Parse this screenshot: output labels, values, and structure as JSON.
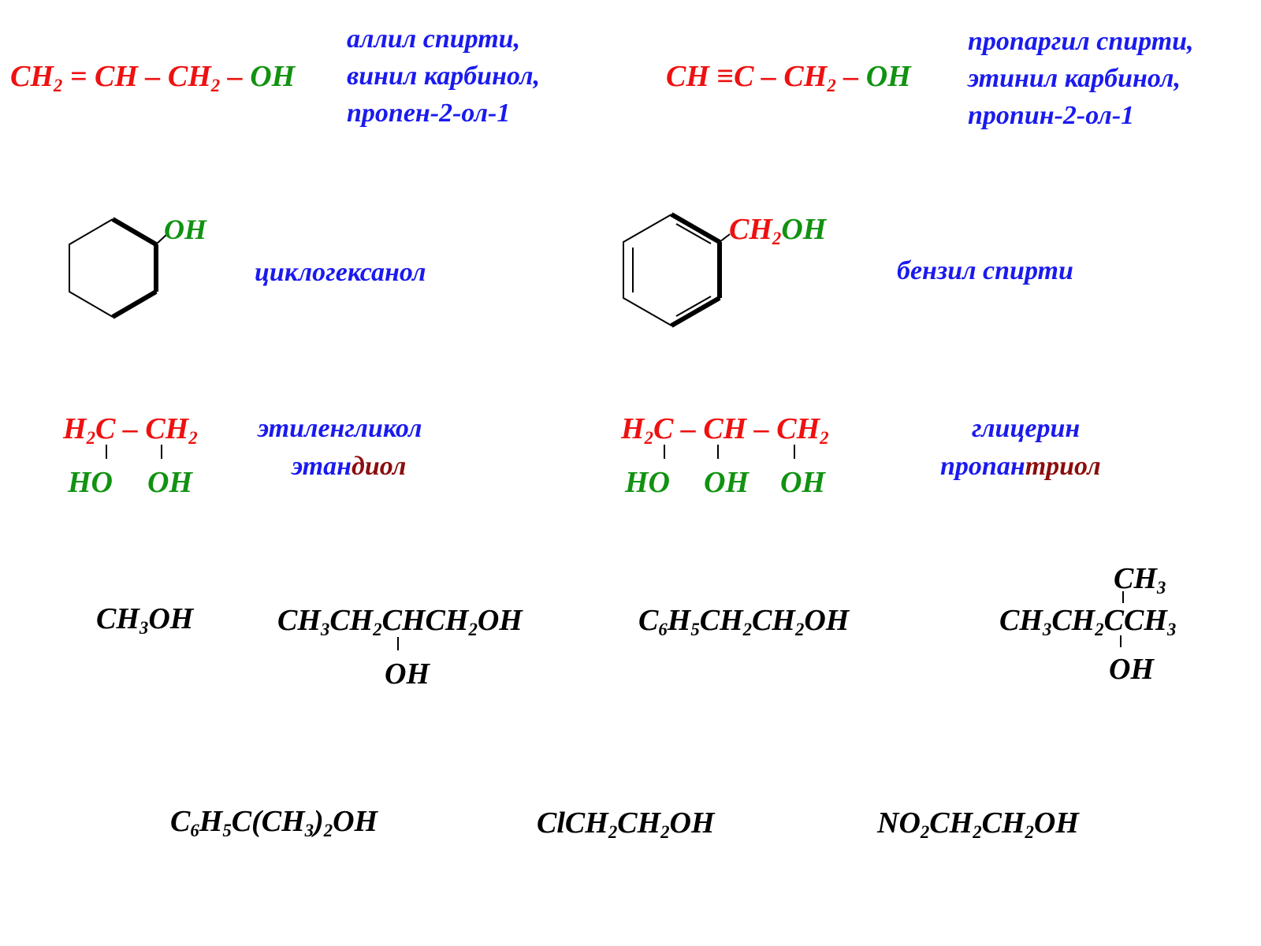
{
  "allyl": {
    "formula": {
      "ch2": "CH",
      "s2": "2",
      "eq": " = ",
      "ch": "CH",
      "d1": " – ",
      "ch2b": "CH",
      "s2b": "2",
      "d2": " – ",
      "oh": "OH"
    },
    "names": [
      "аллил спирти,",
      "винил карбинол,",
      "пропен-2-ол-1"
    ]
  },
  "propargyl": {
    "formula": {
      "ch": "CH ",
      "triple": "≡",
      "c": "C",
      "d1": " – ",
      "ch2": "CH",
      "s2": "2",
      "d2": " – ",
      "oh": "OH"
    },
    "names": [
      "пропаргил спирти,",
      "этинил карбинол,",
      "пропин-2-ол-1"
    ]
  },
  "cyclohexanol": {
    "oh": "OH",
    "name": "циклогексанол"
  },
  "benzyl": {
    "ch2": "CH",
    "s2": "2",
    "oh": "OH",
    "name": "бензил спирти"
  },
  "ethylene_glycol": {
    "top": {
      "h2": "H",
      "s2a": "2",
      "c": "C",
      "dash": " – ",
      "ch2": "CH",
      "s2b": "2"
    },
    "bottom": [
      "HO",
      "OH"
    ],
    "name1": "этиленгликол",
    "name2_a": "этан",
    "name2_b": "диол"
  },
  "glycerol": {
    "top": {
      "h2": "H",
      "s2a": "2",
      "c": "C",
      "dash1": " – ",
      "ch": "CH",
      "dash2": " – ",
      "ch2": "CH",
      "s2b": "2"
    },
    "bottom": [
      "HO",
      "OH",
      "OH"
    ],
    "name1": "глицерин",
    "name2_a": "пропан",
    "name2_b": "триол"
  },
  "formulas": {
    "methanol": {
      "a": "CH",
      "s1": "3",
      "b": "OH"
    },
    "butanediol": {
      "a": "CH",
      "s1": "3",
      "b": "CH",
      "s2": "2",
      "c": "CHCH",
      "s3": "2",
      "d": "OH",
      "oh": "OH"
    },
    "phenylethanol": {
      "a": "C",
      "s1": "6",
      "b": "H",
      "s2": "5",
      "c": "CH",
      "s3": "2",
      "d": "CH",
      "s4": "2",
      "e": "OH"
    },
    "methylbutanol": {
      "top": "CH",
      "top_s": "3",
      "a": "CH",
      "s1": "3",
      "b": "CH",
      "s2": "2",
      "c": "CCH",
      "s3": "3",
      "oh": "OH"
    },
    "phenylpropanol": {
      "a": "C",
      "s1": "6",
      "b": "H",
      "s2": "5",
      "c": "C(CH",
      "s3": "3",
      "d": ")",
      "s4": "2",
      "e": "OH"
    },
    "chloroethanol": {
      "a": "ClCH",
      "s1": "2",
      "b": "CH",
      "s2": "2",
      "c": "OH"
    },
    "nitroethanol": {
      "a": "NO",
      "s1": "2",
      "b": "CH",
      "s2": "2",
      "c": "CH",
      "s3": "2",
      "d": "OH"
    }
  }
}
